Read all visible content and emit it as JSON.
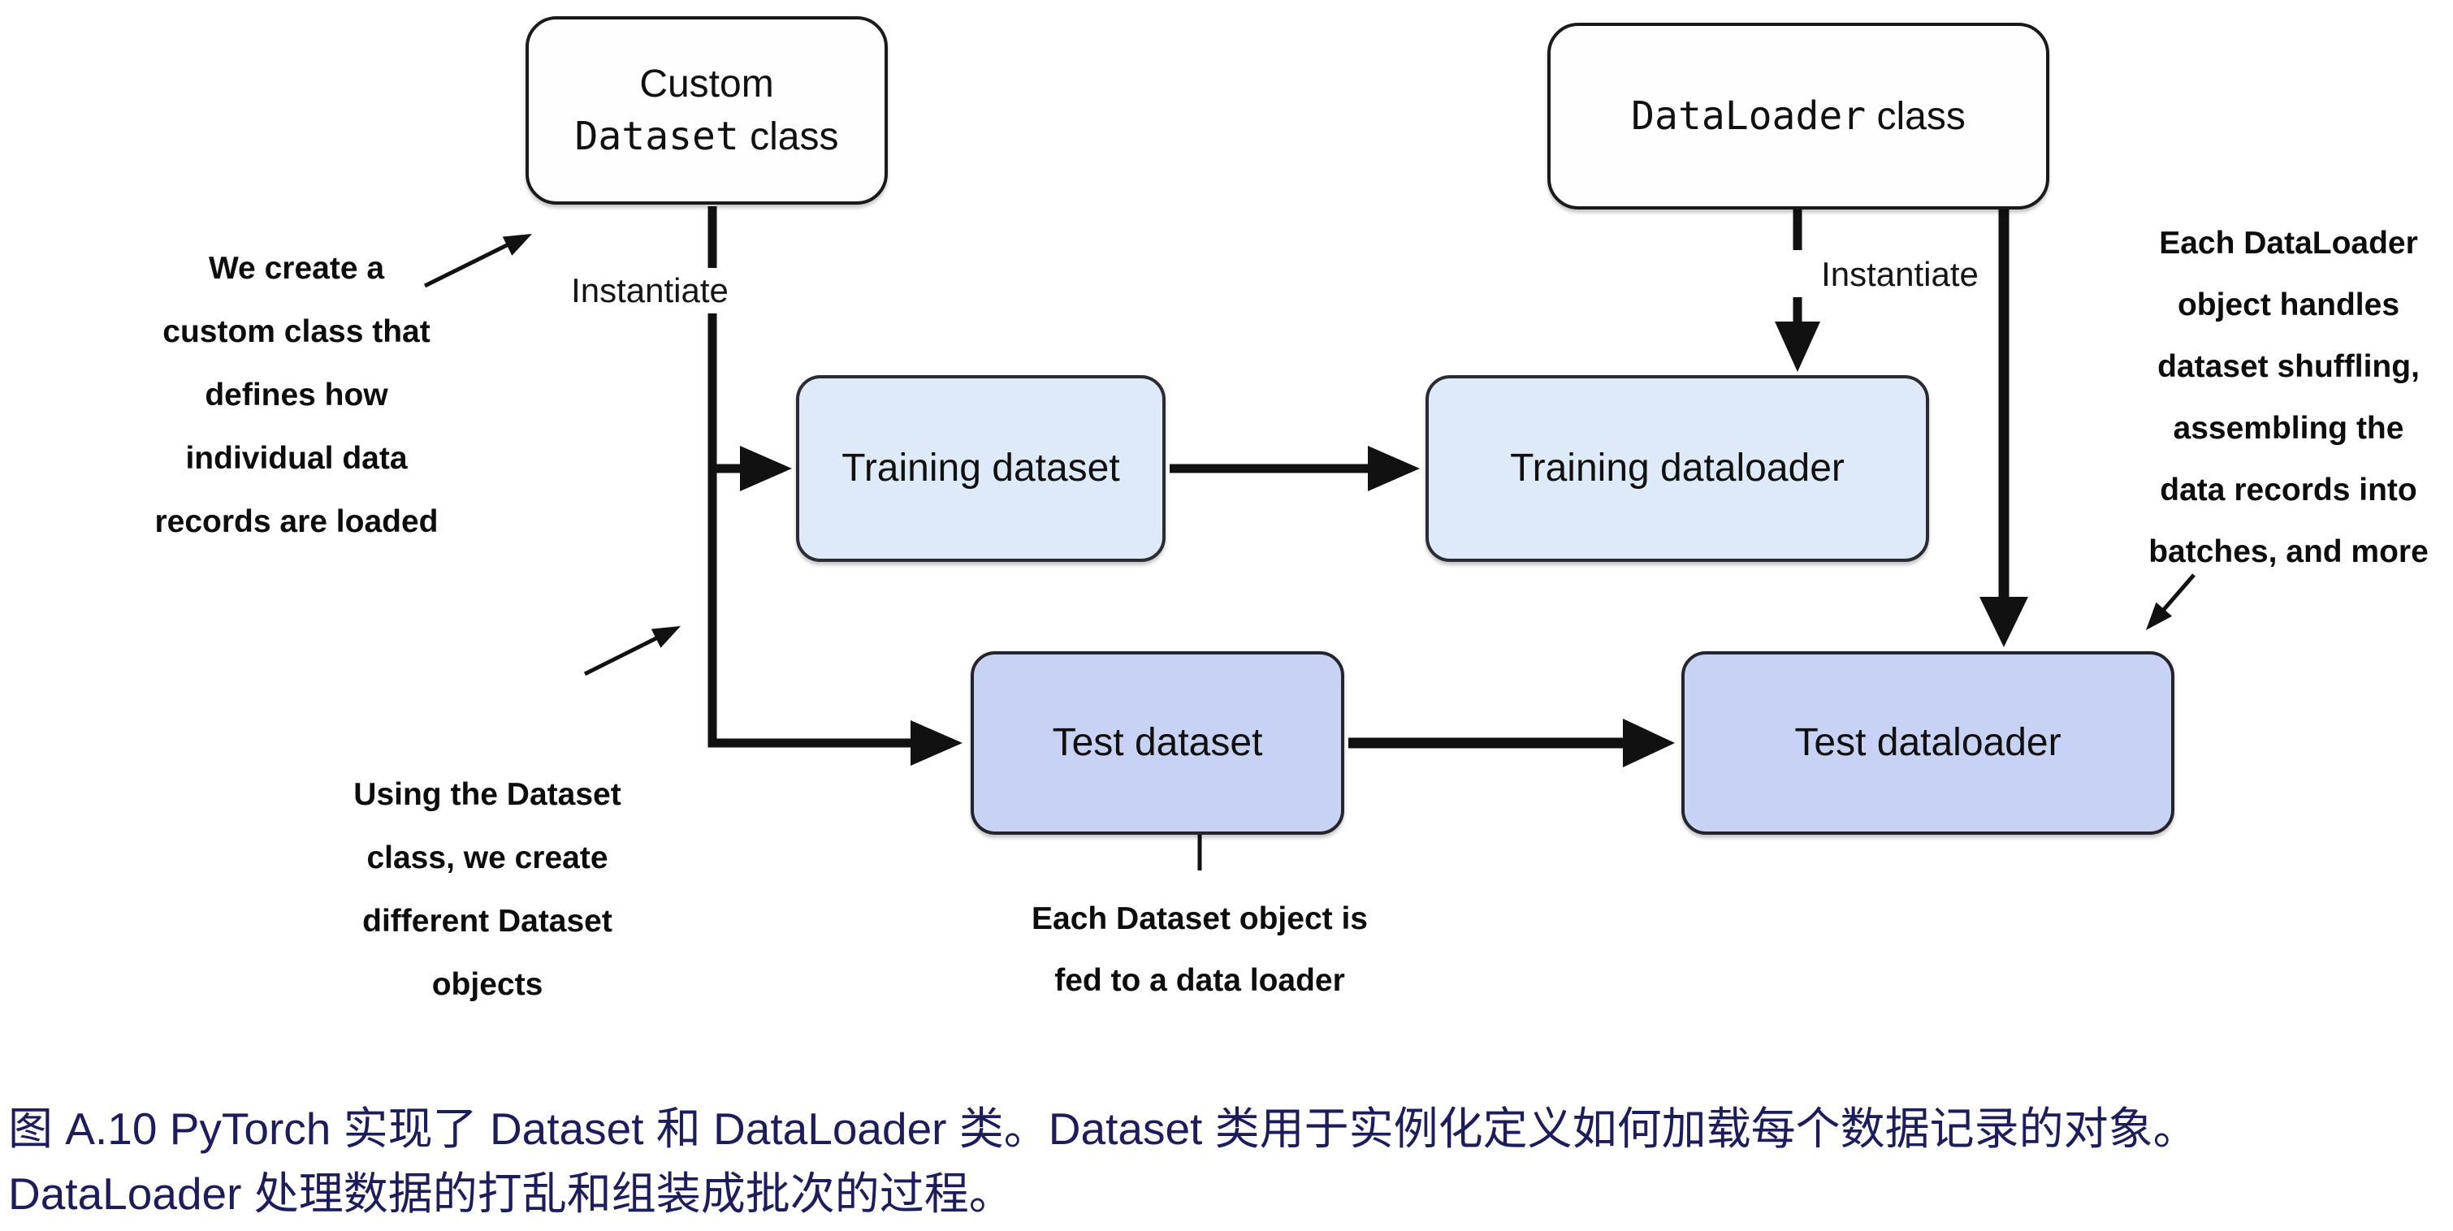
{
  "diagram": {
    "boxes": {
      "custom_dataset": {
        "line1": "Custom",
        "code": "Dataset",
        "suffix": " class"
      },
      "dataloader": {
        "code": "DataLoader",
        "suffix": " class"
      },
      "training_dataset": {
        "label": "Training dataset"
      },
      "training_dataloader": {
        "label": "Training dataloader"
      },
      "test_dataset": {
        "label": "Test dataset"
      },
      "test_dataloader": {
        "label": "Test dataloader"
      }
    },
    "edge_labels": {
      "instantiate_left": "Instantiate",
      "instantiate_right": "Instantiate"
    },
    "annotations": {
      "create_custom_class": "We create a\ncustom class that\ndefines how\nindividual data\nrecords are loaded",
      "using_dataset_class": "Using the Dataset\nclass, we create\ndifferent Dataset\nobjects",
      "each_dataloader": "Each DataLoader\nobject handles\ndataset shuffling,\nassembling the\ndata records into\nbatches, and more",
      "each_dataset_fed": "Each Dataset object is\nfed to a data loader"
    },
    "colors": {
      "light_blue": "#dfeaf8",
      "periwinkle": "#c8d2f4",
      "line": "#111111",
      "caption": "#1d1d5c"
    }
  },
  "caption": {
    "line1": "图 A.10 PyTorch 实现了 Dataset 和 DataLoader 类。Dataset 类用于实例化定义如何加载每个数据记录的对象。",
    "line2": "DataLoader 处理数据的打乱和组装成批次的过程。"
  }
}
